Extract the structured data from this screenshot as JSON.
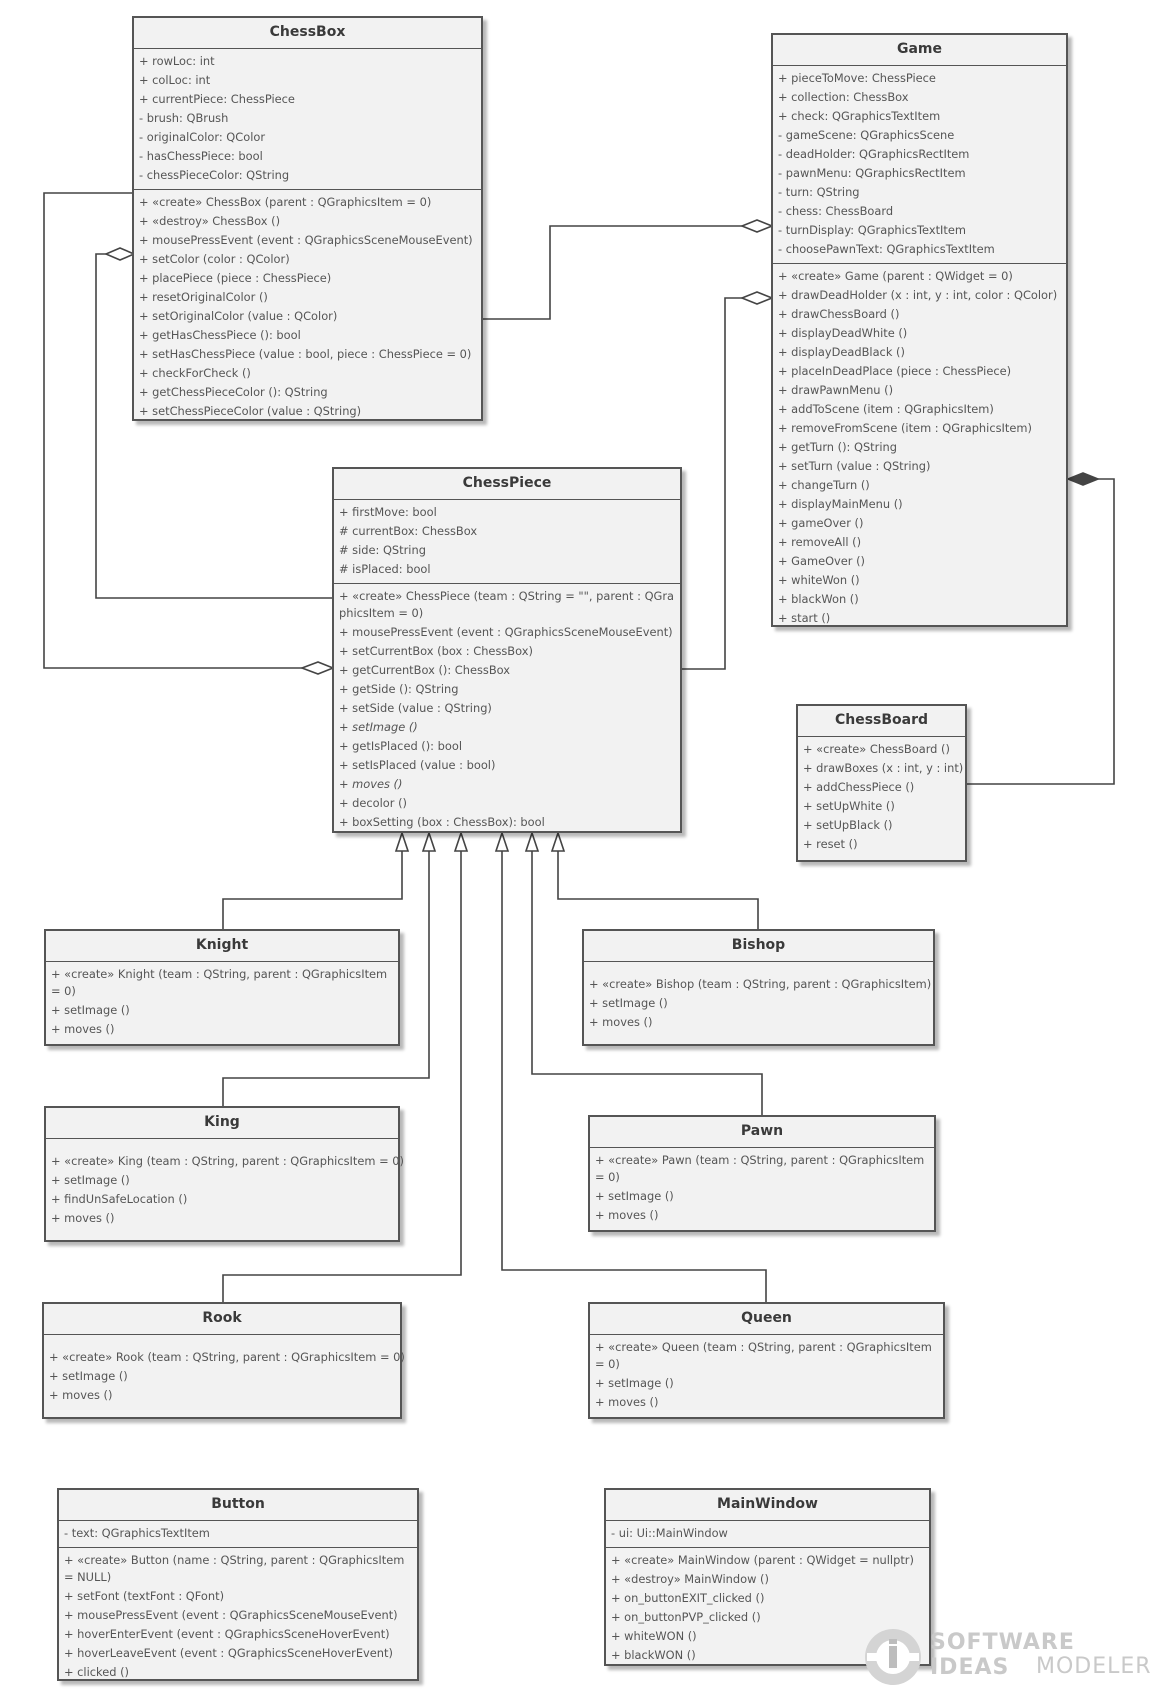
{
  "classes": {
    "chessbox": {
      "name": "ChessBox",
      "attributes": [
        "+ rowLoc: int",
        "+ colLoc: int",
        "+ currentPiece: ChessPiece",
        "- brush: QBrush",
        "- originalColor: QColor",
        "- hasChessPiece: bool",
        "- chessPieceColor: QString"
      ],
      "operations": [
        "+ «create» ChessBox (parent : QGraphicsItem = 0)",
        "+ «destroy» ChessBox ()",
        "+ mousePressEvent (event : QGraphicsSceneMouseEvent)",
        "+ setColor (color : QColor)",
        "+ placePiece (piece : ChessPiece)",
        "+ resetOriginalColor ()",
        "+ setOriginalColor (value : QColor)",
        "+ getHasChessPiece (): bool",
        "+ setHasChessPiece (value : bool, piece : ChessPiece = 0)",
        "+ checkForCheck ()",
        "+ getChessPieceColor (): QString",
        "+ setChessPieceColor (value : QString)"
      ]
    },
    "game": {
      "name": "Game",
      "attributes": [
        "+ pieceToMove: ChessPiece",
        "+ collection: ChessBox",
        "+ check: QGraphicsTextItem",
        "- gameScene: QGraphicsScene",
        "- deadHolder: QGraphicsRectItem",
        "- pawnMenu: QGraphicsRectItem",
        "- turn: QString",
        "- chess: ChessBoard",
        "- turnDisplay: QGraphicsTextItem",
        "- choosePawnText: QGraphicsTextItem"
      ],
      "operations": [
        "+ «create» Game (parent : QWidget = 0)",
        "+ drawDeadHolder (x : int, y : int, color : QColor)",
        "+ drawChessBoard ()",
        "+ displayDeadWhite ()",
        "+ displayDeadBlack ()",
        "+ placeInDeadPlace (piece : ChessPiece)",
        "+ drawPawnMenu ()",
        "+ addToScene (item : QGraphicsItem)",
        "+ removeFromScene (item : QGraphicsItem)",
        "+ getTurn (): QString",
        "+ setTurn (value : QString)",
        "+ changeTurn ()",
        "+ displayMainMenu ()",
        "+ gameOver ()",
        "+ removeAll ()",
        "+ GameOver ()",
        "+ whiteWon ()",
        "+ blackWon ()",
        "+ start ()"
      ]
    },
    "chesspiece": {
      "name": "ChessPiece",
      "attributes": [
        "+ firstMove: bool",
        "# currentBox: ChessBox",
        "# side: QString",
        "# isPlaced: bool"
      ],
      "operations": [
        "+ «create» ChessPiece (team : QString = \"\", parent : QGraphicsItem = 0)",
        "+ mousePressEvent (event : QGraphicsSceneMouseEvent)",
        "+ setCurrentBox (box : ChessBox)",
        "+ getCurrentBox (): ChessBox",
        "+ getSide (): QString",
        "+ setSide (value : QString)",
        "+ setImage ()",
        "+ getIsPlaced (): bool",
        "+ setIsPlaced (value : bool)",
        "+ moves ()",
        "+ decolor ()",
        "+ boxSetting (box : ChessBox): bool"
      ]
    },
    "chessboard": {
      "name": "ChessBoard",
      "operations": [
        "+ «create» ChessBoard ()",
        "+ drawBoxes (x : int, y : int)",
        "+ addChessPiece ()",
        "+ setUpWhite ()",
        "+ setUpBlack ()",
        "+ reset ()"
      ]
    },
    "knight": {
      "name": "Knight",
      "operations": [
        "+ «create» Knight (team : QString, parent : QGraphicsItem = 0)",
        "+ setImage ()",
        "+ moves ()"
      ]
    },
    "bishop": {
      "name": "Bishop",
      "operations": [
        "+ «create» Bishop (team : QString, parent : QGraphicsItem)",
        "+ setImage ()",
        "+ moves ()"
      ]
    },
    "king": {
      "name": "King",
      "operations": [
        "+ «create» King (team : QString, parent : QGraphicsItem = 0)",
        "+ setImage ()",
        "+ findUnSafeLocation ()",
        "+ moves ()"
      ]
    },
    "pawn": {
      "name": "Pawn",
      "operations": [
        "+ «create» Pawn (team : QString, parent : QGraphicsItem = 0)",
        "+ setImage ()",
        "+ moves ()"
      ]
    },
    "rook": {
      "name": "Rook",
      "operations": [
        "+ «create» Rook (team : QString, parent : QGraphicsItem = 0)",
        "+ setImage ()",
        "+ moves ()"
      ]
    },
    "queen": {
      "name": "Queen",
      "operations": [
        "+ «create» Queen (team : QString, parent : QGraphicsItem = 0)",
        "+ setImage ()",
        "+ moves ()"
      ]
    },
    "button": {
      "name": "Button",
      "attributes": [
        "- text: QGraphicsTextItem"
      ],
      "operations": [
        "+ «create» Button (name : QString, parent : QGraphicsItem = NULL)",
        "+ setFont (textFont : QFont)",
        "+ mousePressEvent (event : QGraphicsSceneMouseEvent)",
        "+ hoverEnterEvent (event : QGraphicsSceneHoverEvent)",
        "+ hoverLeaveEvent (event : QGraphicsSceneHoverEvent)",
        "+ clicked ()"
      ]
    },
    "mainwindow": {
      "name": "MainWindow",
      "attributes": [
        "- ui: Ui::MainWindow"
      ],
      "operations": [
        "+ «create» MainWindow (parent : QWidget = nullptr)",
        "+ «destroy» MainWindow ()",
        "+ on_buttonEXIT_clicked ()",
        "+ on_buttonPVP_clicked ()",
        "+ whiteWON ()",
        "+ blackWON ()"
      ]
    }
  },
  "relationships": {
    "aggregations": [
      {
        "whole": "ChessBox",
        "part": "ChessPiece"
      },
      {
        "whole": "ChessPiece",
        "part": "ChessBox"
      },
      {
        "whole": "Game",
        "part": "ChessBox"
      },
      {
        "whole": "Game",
        "part": "ChessPiece"
      }
    ],
    "compositions": [
      {
        "whole": "Game",
        "part": "ChessBoard"
      }
    ],
    "generalizations": [
      {
        "child": "Knight",
        "parent": "ChessPiece"
      },
      {
        "child": "King",
        "parent": "ChessPiece"
      },
      {
        "child": "Rook",
        "parent": "ChessPiece"
      },
      {
        "child": "Queen",
        "parent": "ChessPiece"
      },
      {
        "child": "Pawn",
        "parent": "ChessPiece"
      },
      {
        "child": "Bishop",
        "parent": "ChessPiece"
      }
    ]
  },
  "watermark": {
    "line1": "SOFTWARE IDEAS",
    "line2": "MODELER",
    "color": "#c9c9c9"
  },
  "colors": {
    "box_fill": "#f2f2f2",
    "border": "#555555",
    "line": "#444444"
  }
}
